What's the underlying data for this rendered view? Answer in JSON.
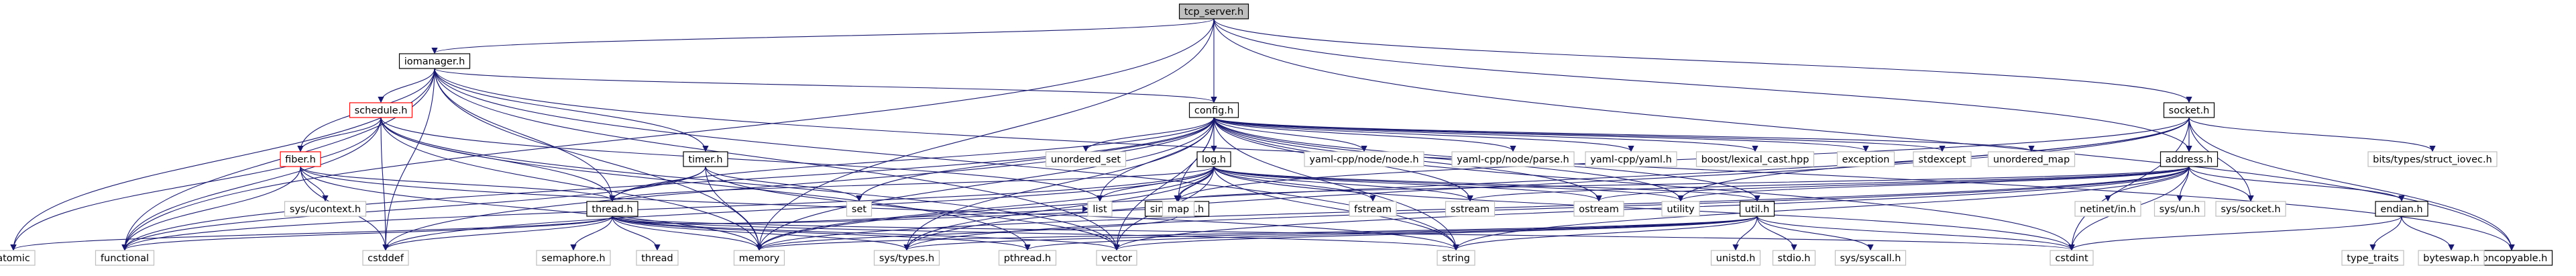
{
  "graph": {
    "root": "tcp_server.h",
    "colors": {
      "edge": "#191970",
      "root_fill": "#bfbfbf",
      "header_border": "#000000",
      "system_border": "#bfbfbf",
      "red_border": "#ff0000"
    },
    "nodes": {
      "tcp_server": "tcp_server.h",
      "iomanager": "iomanager.h",
      "config": "config.h",
      "socket": "socket.h",
      "schedule": "schedule.h",
      "fiber": "fiber.h",
      "timer": "timer.h",
      "log": "log.h",
      "thread": "thread.h",
      "singleton": "singleton.h",
      "util": "util.h",
      "address": "address.h",
      "endian": "endian.h",
      "noncopyable": "noncopyable.h",
      "atomic": "atomic",
      "functional": "functional",
      "cstddef": "cstddef",
      "memory": "memory",
      "semaphore": "semaphore.h",
      "thread_std": "thread",
      "sys_types": "sys/types.h",
      "pthread": "pthread.h",
      "vector": "vector",
      "string": "string",
      "cstdint": "cstdint",
      "set": "set",
      "list": "list",
      "map": "map",
      "unordered_set": "unordered_set",
      "sys_ucontext": "sys/ucontext.h",
      "fstream": "fstream",
      "sstream": "sstream",
      "ostream": "ostream",
      "utility": "utility",
      "yaml_node": "yaml-cpp/node/node.h",
      "yaml_parse": "yaml-cpp/node/parse.h",
      "yaml_yaml": "yaml-cpp/yaml.h",
      "boost_lexical": "boost/lexical_cast.hpp",
      "exception": "exception",
      "stdexcept": "stdexcept",
      "unordered_map": "unordered_map",
      "unistd": "unistd.h",
      "stdio": "stdio.h",
      "sys_syscall": "sys/syscall.h",
      "netinet_in": "netinet/in.h",
      "sys_un": "sys/un.h",
      "sys_socket": "sys/socket.h",
      "bits_iovec": "bits/types/struct_iovec.h",
      "type_traits": "type_traits",
      "byteswap": "byteswap.h"
    }
  }
}
